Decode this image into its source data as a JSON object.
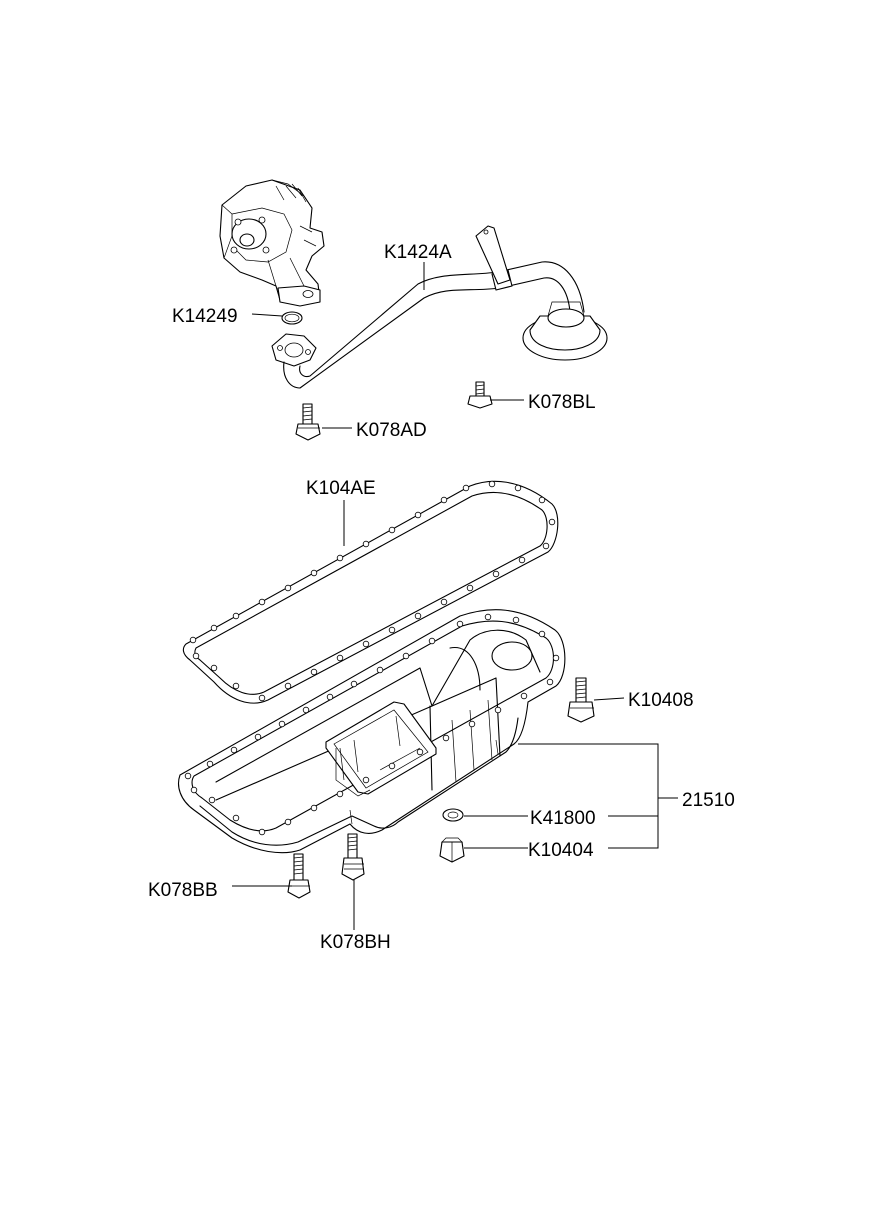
{
  "labels": {
    "k1424a": "K1424A",
    "k14249": "K14249",
    "k078bl": "K078BL",
    "k078ad": "K078AD",
    "k104ae": "K104AE",
    "k10408": "K10408",
    "p21510": "21510",
    "k41800": "K41800",
    "k10404": "K10404",
    "k078bb": "K078BB",
    "k078bh": "K078BH"
  }
}
